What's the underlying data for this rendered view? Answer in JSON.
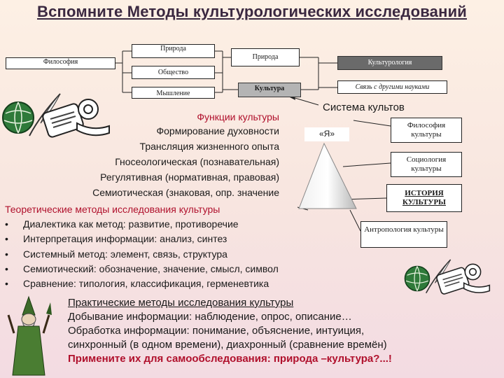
{
  "title": "Вспомните Методы культурологических исследований",
  "diagram": {
    "philosophy": "Философия",
    "nature_left": "Природа",
    "society": "Общество",
    "thinking": "Мышление",
    "nature_mid": "Природа",
    "culture": "Культура",
    "culturology": "Культурология",
    "other_sciences": "Связь с другими науками"
  },
  "functions": {
    "heading": "Функции культуры",
    "items": [
      "Формирование духовности",
      "Трансляция жизненного опыта",
      "Гносеологическая (познавательная)",
      "Регулятивная (нормативная, правовая)",
      "Семиотическая (знаковая, опр. значение"
    ]
  },
  "system": {
    "heading": "Система культов",
    "ya": "«Я»",
    "boxes": [
      "Философия культуры",
      "Социология культуры",
      "ИСТОРИЯ КУЛЬТУРЫ",
      "Антропология культуры"
    ]
  },
  "theory": {
    "heading": "Теоретические методы исследования культуры",
    "items": [
      "Диалектика как метод: развитие, противоречие",
      "Интерпретация информации:  анализ, синтез",
      "Системный метод: элемент, связь, структура",
      "Семиотический: обозначение, значение, смысл, символ",
      "Сравнение: типология, классификация, герменевтика"
    ]
  },
  "practical": {
    "heading": "Практические методы исследования культуры",
    "line1": "Добывание информации: наблюдение, опрос, описание…",
    "line2": "Обработка информации: понимание, объяснение, интуиция,",
    "line3": "синхронный (в одном времени), диахронный (сравнение времён)",
    "line4": "Примените их для самообследования: природа –культура?...!"
  },
  "colors": {
    "title": "#3a2840",
    "accent_red": "#b0102c",
    "box_dark": "#6a6a6a",
    "box_grey": "#b4b4b4"
  }
}
